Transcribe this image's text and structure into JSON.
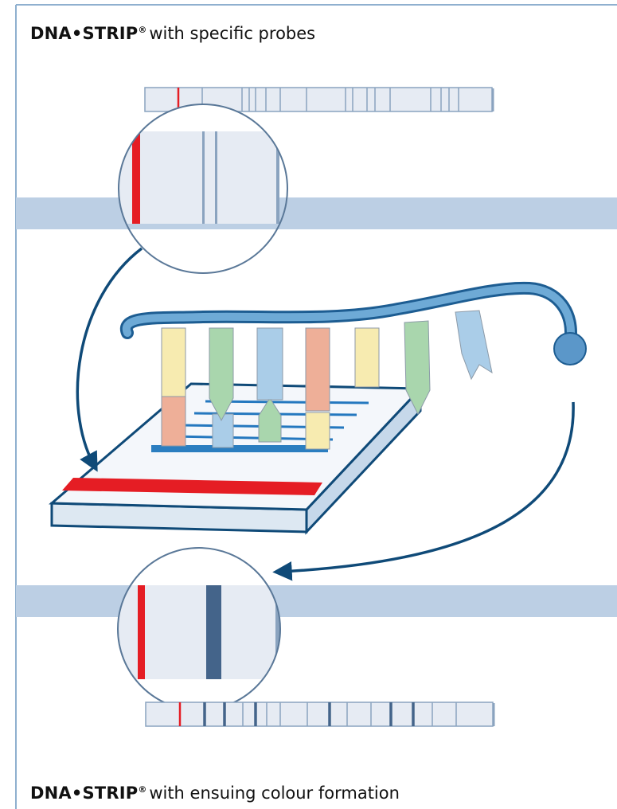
{
  "captions": {
    "top": {
      "brand": "DNA•STRIP",
      "reg": "®",
      "text": "with specific probes"
    },
    "bottom": {
      "brand": "DNA•STRIP",
      "reg": "®",
      "text": "with ensuing colour formation"
    }
  },
  "colors": {
    "strip_fill": "#e6ebf3",
    "band_fill": "#bccfe4",
    "red_control_line": "#e51d24",
    "blue_result_line": "#44648a",
    "dna_backbone": "#5b97c9",
    "arrow": "#0f4a78",
    "probe_yellow": "#f7ebb0",
    "probe_green": "#a9d6ad",
    "probe_blue": "#aacde8",
    "probe_salmon": "#eeaf98"
  }
}
